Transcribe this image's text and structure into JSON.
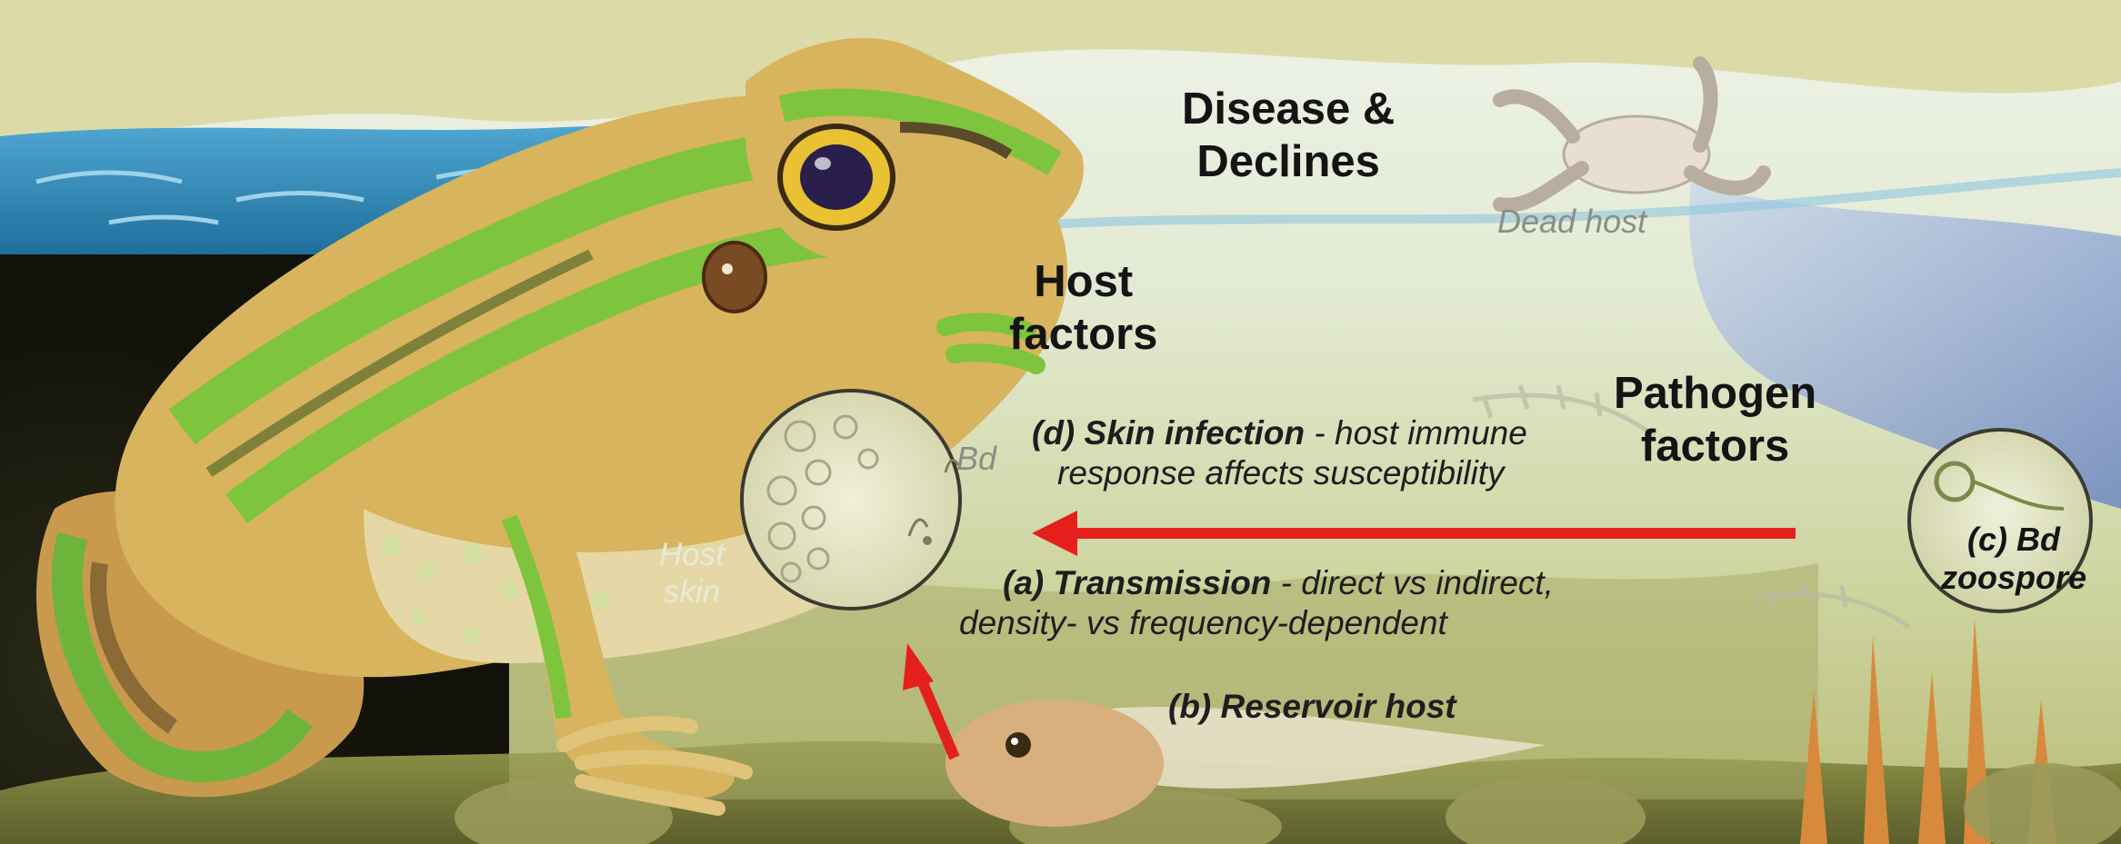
{
  "labels": {
    "disease_title": [
      "Disease &",
      "Declines"
    ],
    "dead_host": "Dead host",
    "host_factors": [
      "Host",
      "factors"
    ],
    "pathogen_factors": [
      "Pathogen",
      "factors"
    ],
    "bd": "Bd",
    "host_skin": [
      "Host",
      "skin"
    ],
    "skin_infection": {
      "tag": "(d) Skin infection",
      "rest_line1": " - host immune",
      "line2": "response affects susceptibility"
    },
    "transmission": {
      "tag": "(a) Transmission",
      "rest_line1": " - direct vs indirect,",
      "line2": "density- vs frequency-dependent"
    },
    "reservoir_host": "(b) Reservoir host",
    "zoospore": [
      "(c) Bd",
      "zoospore"
    ]
  },
  "colors": {
    "arrow": "#e5201c",
    "water": "#2f8fc0",
    "frog_green": "#7ec43c",
    "frog_tan": "#d8b45e",
    "sky": "#eef4ef"
  },
  "icons": [
    "frog-illustration",
    "tadpole-illustration",
    "dead-frog-illustration",
    "skin-magnifier",
    "zoospore-magnifier"
  ]
}
